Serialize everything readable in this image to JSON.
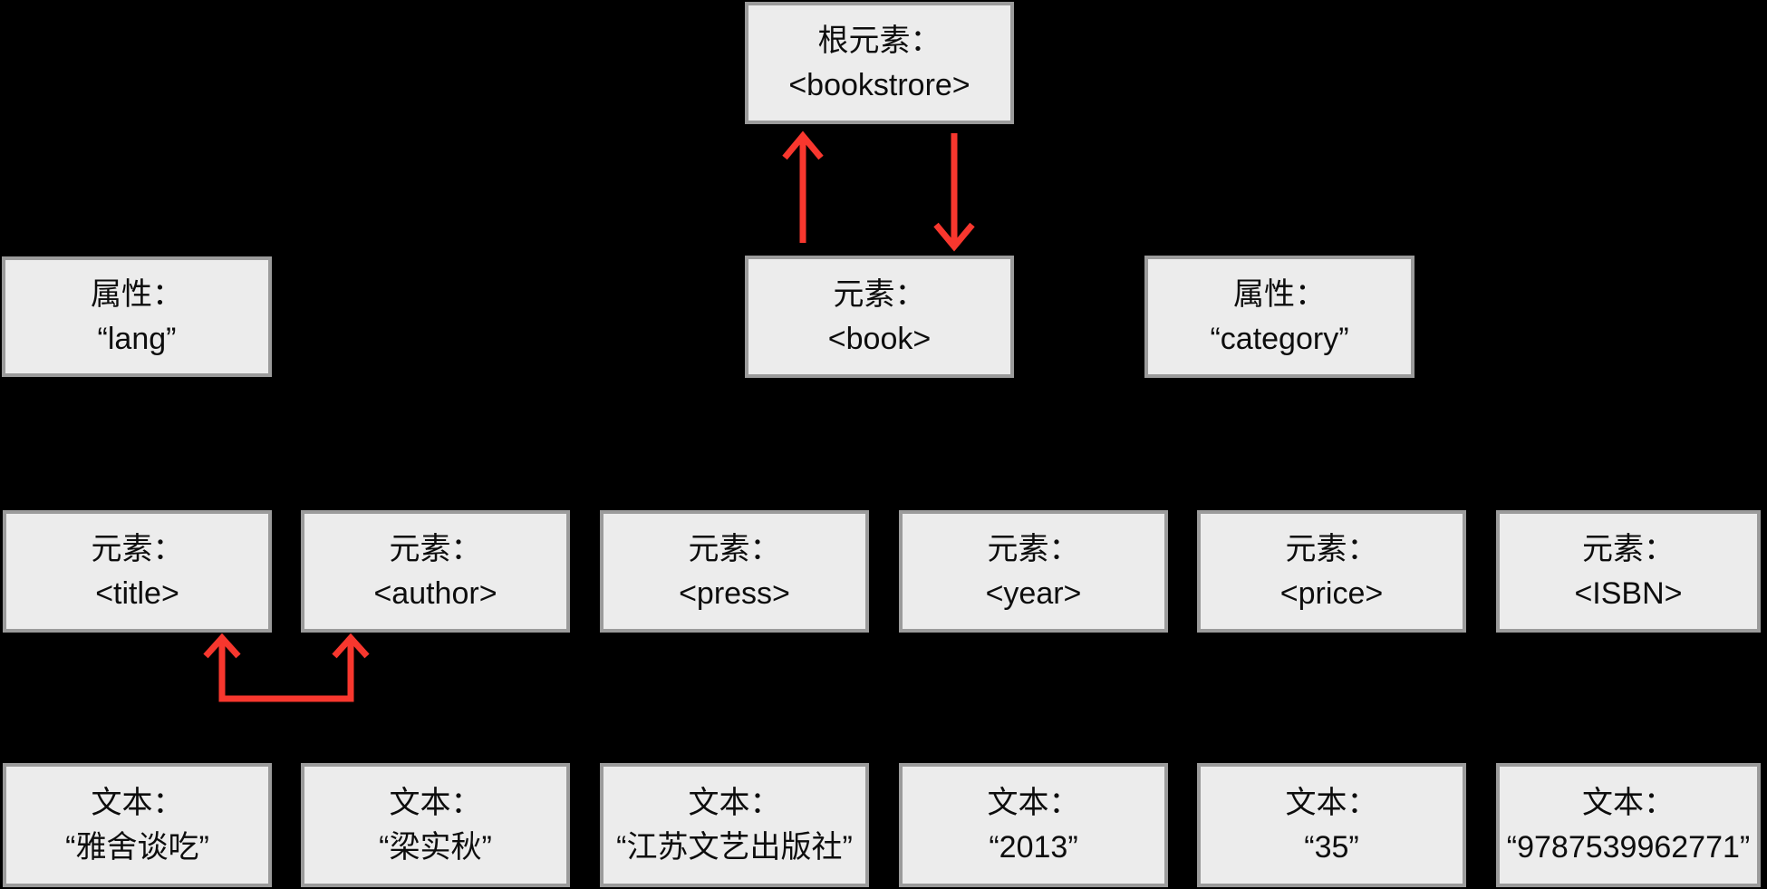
{
  "diagram": {
    "description": "XML document tree diagram of a bookstore example",
    "colors": {
      "background": "#000000",
      "box_fill": "#ececec",
      "box_border": "#9b9b9b",
      "arrow_red": "#f8372e",
      "text": "#0d0d0d"
    },
    "nodes": {
      "root": {
        "type_label": "根元素：",
        "value": "<bookstrore>"
      },
      "book": {
        "type_label": "元素：",
        "value": "<book>"
      },
      "attr_lang": {
        "type_label": "属性：",
        "value": "“lang”"
      },
      "attr_category": {
        "type_label": "属性：",
        "value": "“category”"
      },
      "title": {
        "type_label": "元素：",
        "value": "<title>"
      },
      "author": {
        "type_label": "元素：",
        "value": "<author>"
      },
      "press": {
        "type_label": "元素：",
        "value": "<press>"
      },
      "year": {
        "type_label": "元素：",
        "value": "<year>"
      },
      "price": {
        "type_label": "元素：",
        "value": "<price>"
      },
      "isbn": {
        "type_label": "元素：",
        "value": "<ISBN>"
      },
      "text_title": {
        "type_label": "文本：",
        "value": "“雅舍谈吃”"
      },
      "text_author": {
        "type_label": "文本：",
        "value": "“梁实秋”"
      },
      "text_press": {
        "type_label": "文本：",
        "value": "“江苏文艺出版社”"
      },
      "text_year": {
        "type_label": "文本：",
        "value": "“2013”"
      },
      "text_price": {
        "type_label": "文本：",
        "value": "“35”"
      },
      "text_isbn": {
        "type_label": "文本：",
        "value": "“9787539962771”"
      }
    }
  }
}
